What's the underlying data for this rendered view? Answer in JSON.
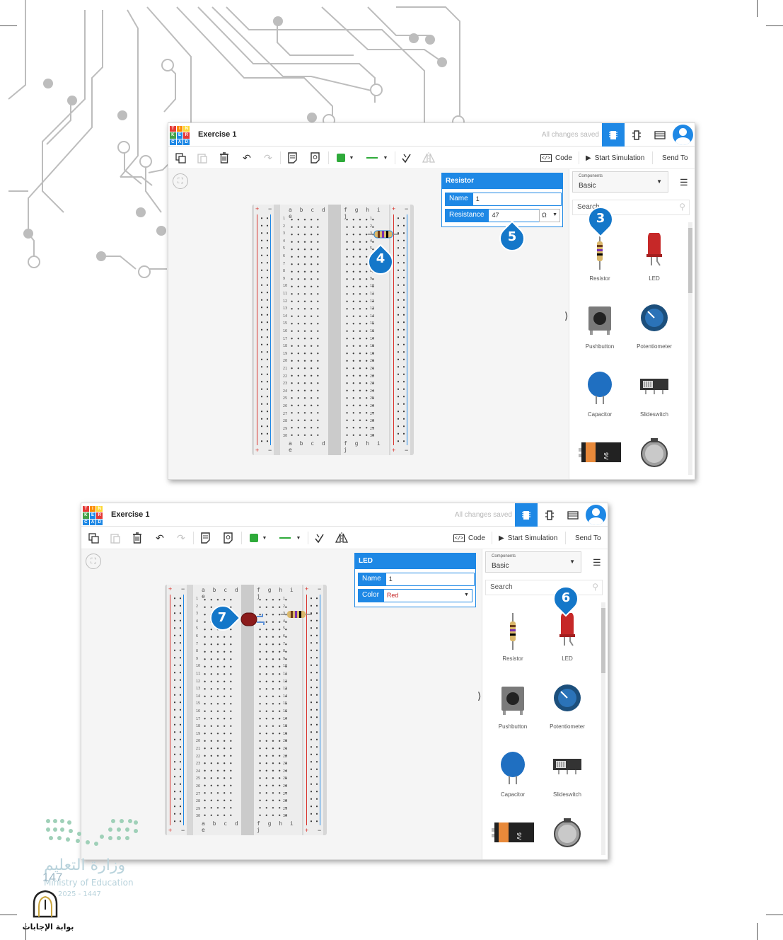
{
  "page": {
    "number": "147",
    "ministry_arabic": "وزارة التعليم",
    "ministry_english": "Ministry of Education",
    "years": "2025 - 1447",
    "watermark": "بوابة الإجابات"
  },
  "colors": {
    "accent": "#1e88e5",
    "rail_red": "#d9322b",
    "rail_blue": "#1e88e5",
    "callout": "#1477c9",
    "led_red": "#c62828"
  },
  "window1": {
    "logo_letters": [
      "T",
      "I",
      "N",
      "K",
      "E",
      "R",
      "C",
      "A",
      "D"
    ],
    "project_name": "Exercise 1",
    "save_status": "All changes saved",
    "view_icons": [
      "circuit-view-icon",
      "schematic-view-icon",
      "component-list-icon",
      "user-avatar-icon"
    ],
    "toolbar": {
      "icons": [
        "copy-icon",
        "paste-icon",
        "delete-icon",
        "undo-icon",
        "redo-icon",
        "notes-icon",
        "notes-visibility-icon",
        "color-swatch-icon",
        "wire-type-icon",
        "rotate-icon",
        "flip-icon"
      ],
      "code_label": "Code",
      "simulate_label": "Start Simulation",
      "send_label": "Send To"
    },
    "breadboard": {
      "columns_left": "a b c d e",
      "columns_right": "f g h i j",
      "rows": [
        "1",
        "2",
        "3",
        "4",
        "5",
        "6",
        "7",
        "8",
        "9",
        "10",
        "11",
        "12",
        "13",
        "14",
        "15",
        "16",
        "17",
        "18",
        "19",
        "20",
        "21",
        "22",
        "23",
        "24",
        "25",
        "26",
        "27",
        "28",
        "29",
        "30"
      ],
      "rail_plus": "+",
      "rail_minus": "−"
    },
    "inspector": {
      "title": "Resistor",
      "name_label": "Name",
      "name_value": "1",
      "resistance_label": "Resistance",
      "resistance_value": "47",
      "unit": "Ω"
    },
    "components_panel": {
      "dropdown_caption": "Components",
      "dropdown_value": "Basic",
      "search_placeholder": "Search",
      "items": [
        {
          "label": "Resistor",
          "icon": "resistor-icon"
        },
        {
          "label": "LED",
          "icon": "led-icon"
        },
        {
          "label": "Pushbutton",
          "icon": "pushbutton-icon"
        },
        {
          "label": "Potentiometer",
          "icon": "potentiometer-icon"
        },
        {
          "label": "Capacitor",
          "icon": "capacitor-icon"
        },
        {
          "label": "Slideswitch",
          "icon": "slideswitch-icon"
        },
        {
          "label": "",
          "icon": "battery-9v-icon",
          "printed_text": "9V"
        },
        {
          "label": "",
          "icon": "coin-battery-icon"
        }
      ]
    },
    "callouts": [
      "3",
      "4",
      "5"
    ]
  },
  "window2": {
    "logo_letters": [
      "T",
      "I",
      "N",
      "K",
      "E",
      "R",
      "C",
      "A",
      "D"
    ],
    "project_name": "Exercise 1",
    "save_status": "All changes saved",
    "toolbar": {
      "code_label": "Code",
      "simulate_label": "Start Simulation",
      "send_label": "Send To"
    },
    "breadboard": {
      "columns_left": "a b c d e",
      "columns_right": "f g h i j",
      "rows": [
        "1",
        "2",
        "3",
        "4",
        "5",
        "6",
        "7",
        "8",
        "9",
        "10",
        "11",
        "12",
        "13",
        "14",
        "15",
        "16",
        "17",
        "18",
        "19",
        "20",
        "21",
        "22",
        "23",
        "24",
        "25",
        "26",
        "27",
        "28",
        "29",
        "30"
      ],
      "rail_plus": "+",
      "rail_minus": "−"
    },
    "inspector": {
      "title": "LED",
      "name_label": "Name",
      "name_value": "1",
      "color_label": "Color",
      "color_value": "Red"
    },
    "components_panel": {
      "dropdown_caption": "Components",
      "dropdown_value": "Basic",
      "search_placeholder": "Search",
      "items": [
        {
          "label": "Resistor",
          "icon": "resistor-icon"
        },
        {
          "label": "LED",
          "icon": "led-icon"
        },
        {
          "label": "Pushbutton",
          "icon": "pushbutton-icon"
        },
        {
          "label": "Potentiometer",
          "icon": "potentiometer-icon"
        },
        {
          "label": "Capacitor",
          "icon": "capacitor-icon"
        },
        {
          "label": "Slideswitch",
          "icon": "slideswitch-icon"
        },
        {
          "label": "",
          "icon": "battery-9v-icon",
          "printed_text": "9V"
        },
        {
          "label": "",
          "icon": "coin-battery-icon"
        }
      ]
    },
    "callouts": [
      "6",
      "7"
    ]
  }
}
